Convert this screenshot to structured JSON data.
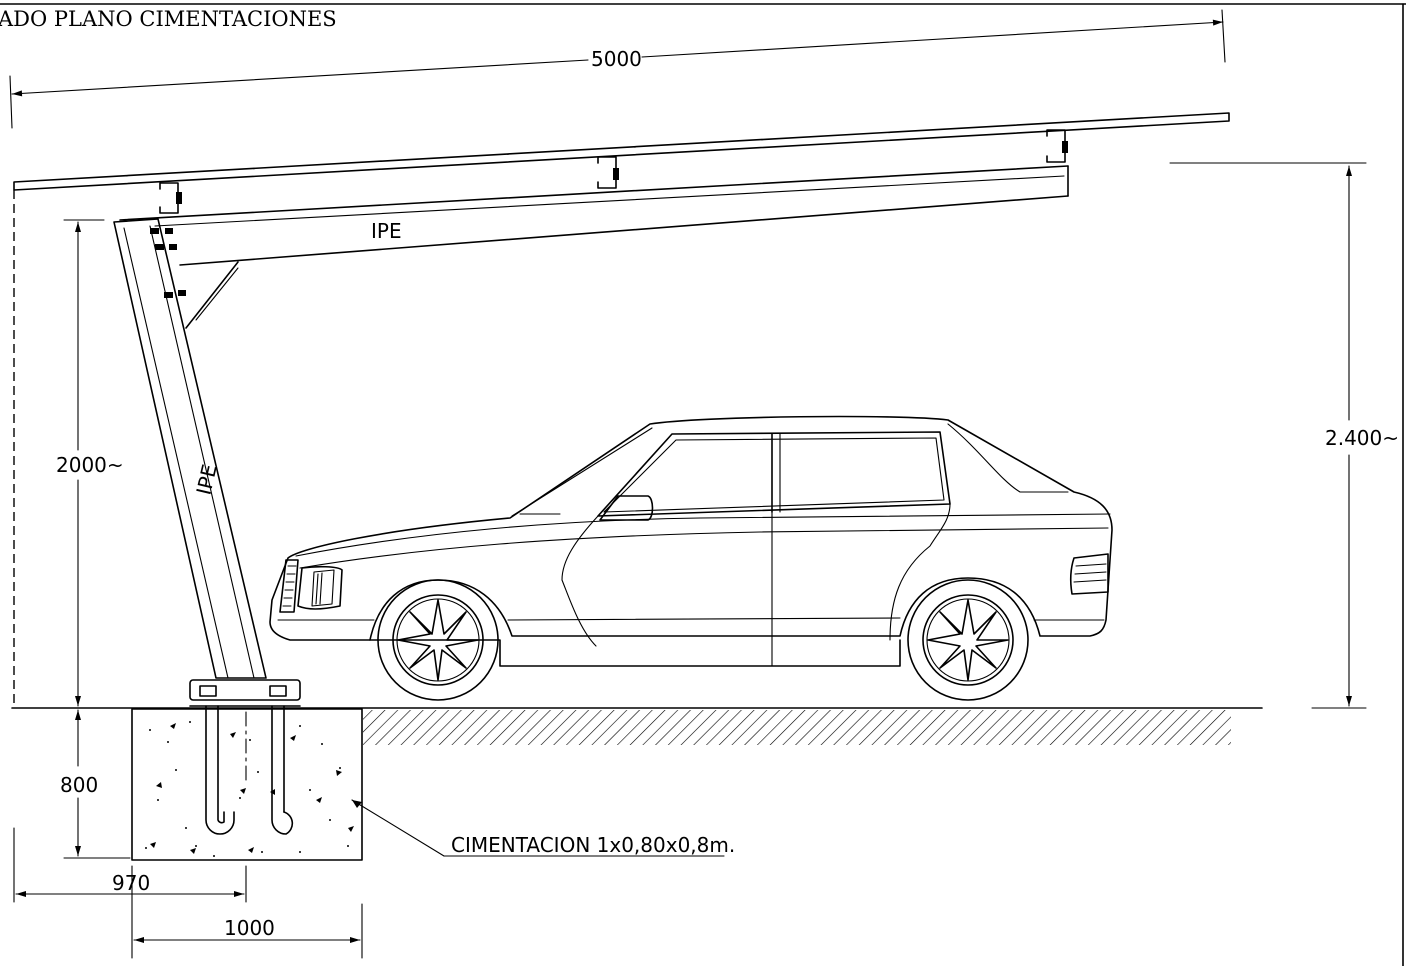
{
  "sheet": {
    "title": "ADO PLANO CIMENTACIONES"
  },
  "dimensions": {
    "roof_length": "5000",
    "column_height": "2000~",
    "total_height": "2.400~",
    "foundation_depth": "800",
    "offset_970": "970",
    "foundation_width": "1000"
  },
  "labels": {
    "beam_profile": "IPE",
    "column_profile": "IPE",
    "foundation_note": "CIMENTACION  1x0,80x0,8m."
  },
  "colors": {
    "line": "#000000",
    "background": "#ffffff"
  }
}
